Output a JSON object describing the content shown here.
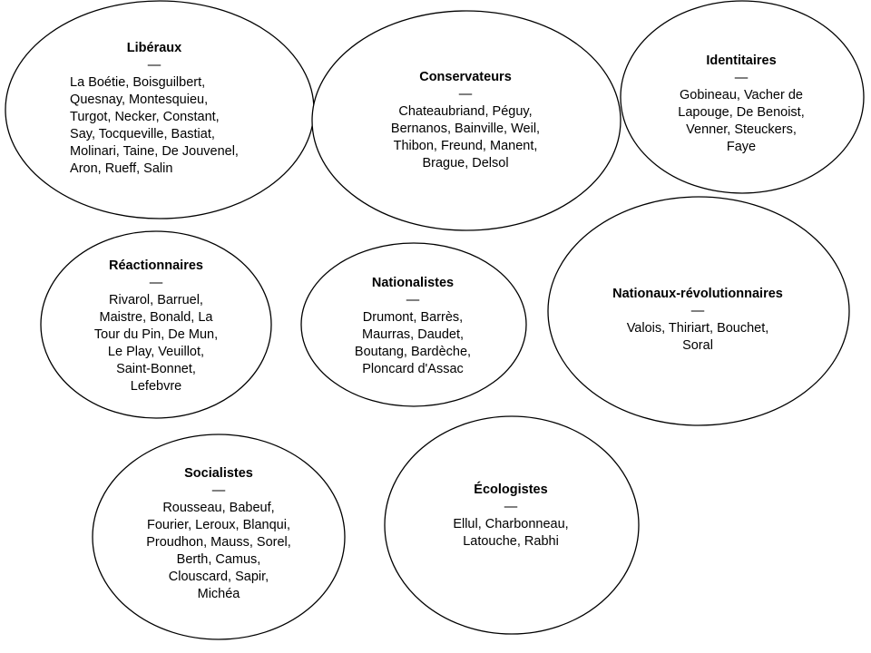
{
  "groups": [
    {
      "id": "liberaux",
      "title": "Libéraux",
      "separator": "—",
      "names": "La Boétie, Boisguilbert,\nQuesnay, Montesquieu,\nTurgot, Necker, Constant,\nSay, Tocqueville, Bastiat,\nMolinari, Taine, De Jouvenel,\nAron, Rueff, Salin"
    },
    {
      "id": "conservateurs",
      "title": "Conservateurs",
      "separator": "—",
      "names": "Chateaubriand, Péguy,\nBernanos, Bainville, Weil,\nThibon, Freund, Manent,\nBrague, Delsol"
    },
    {
      "id": "identitaires",
      "title": "Identitaires",
      "separator": "—",
      "names": "Gobineau, Vacher de\nLapouge, De Benoist,\nVenner, Steuckers,\nFaye"
    },
    {
      "id": "reactionnaires",
      "title": "Réactionnaires",
      "separator": "—",
      "names": "Rivarol, Barruel,\nMaistre, Bonald, La\nTour du Pin, De Mun,\nLe Play, Veuillot,\nSaint-Bonnet,\nLefebvre"
    },
    {
      "id": "nationalistes",
      "title": "Nationalistes",
      "separator": "—",
      "names": "Drumont, Barrès,\nMaurras, Daudet,\nBoutang, Bardèche,\nPloncard d'Assac"
    },
    {
      "id": "nationaux-revolutionnaires",
      "title": "Nationaux-révolutionnaires",
      "separator": "—",
      "names": "Valois, Thiriart, Bouchet, Soral"
    },
    {
      "id": "socialistes",
      "title": "Socialistes",
      "separator": "—",
      "names": "Rousseau, Babeuf,\nFourier, Leroux, Blanqui,\nProudhon, Mauss, Sorel,\nBerth, Camus,\nClouscard, Sapir,\nMichéa"
    },
    {
      "id": "ecologistes",
      "title": "Écologistes",
      "separator": "—",
      "names": "Ellul, Charbonneau,\nLatouche, Rabhi"
    }
  ]
}
